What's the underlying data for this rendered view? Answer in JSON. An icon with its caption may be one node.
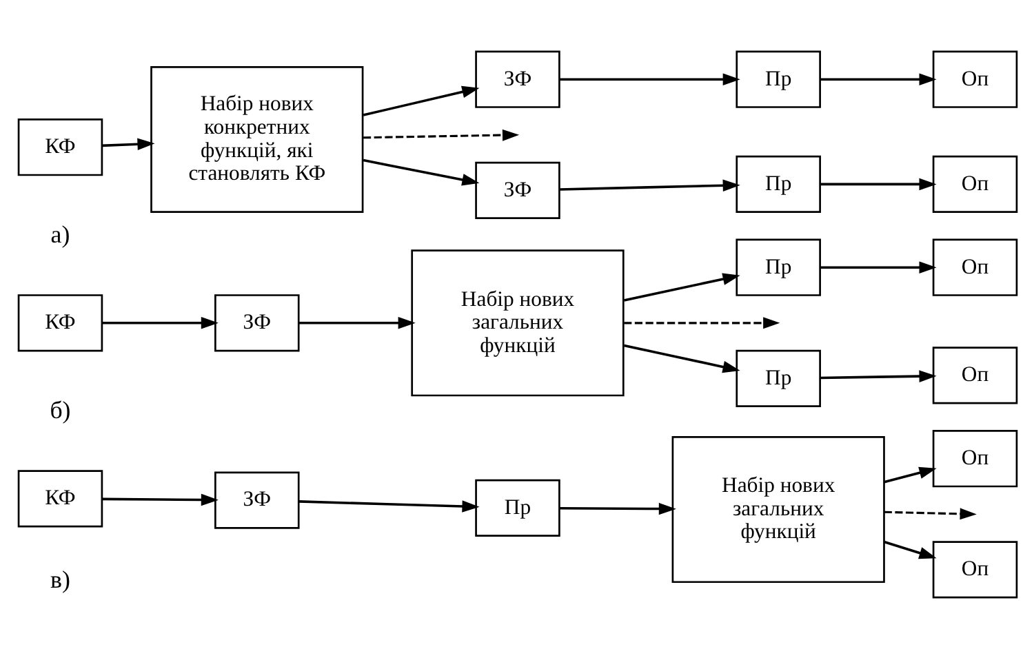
{
  "diagram": {
    "nodes": [
      {
        "text": [
          "КФ"
        ]
      },
      {
        "text": [
          "Набір нових конкретних функцій, які становлять КФ"
        ]
      },
      {
        "text": [
          "ЗФ"
        ]
      },
      {
        "text": [
          "ЗФ"
        ]
      },
      {
        "text": [
          "Пр"
        ]
      },
      {
        "text": [
          "Пр"
        ]
      },
      {
        "text": [
          "Оп"
        ]
      },
      {
        "text": [
          "Оп"
        ]
      },
      {
        "text": [
          "КФ"
        ]
      },
      {
        "text": [
          "ЗФ"
        ]
      },
      {
        "text": [
          "Набір нових загальних функцій"
        ]
      },
      {
        "text": [
          "Пр"
        ]
      },
      {
        "text": [
          "Пр"
        ]
      },
      {
        "text": [
          "Оп"
        ]
      },
      {
        "text": [
          "Оп"
        ]
      },
      {
        "text": [
          "КФ"
        ]
      },
      {
        "text": [
          "ЗФ"
        ]
      },
      {
        "text": [
          "Пр"
        ]
      },
      {
        "text": [
          "Набір нових загальних функцій"
        ]
      },
      {
        "text": [
          "Оп"
        ]
      },
      {
        "text": [
          "Оп"
        ]
      }
    ],
    "edges": [
      {
        "from": 0,
        "to": 1,
        "arrow": "to"
      },
      {
        "from": 1,
        "to": 2,
        "arrow": "to"
      },
      {
        "from": 1,
        "to": null,
        "arrow": "to",
        "style": "dashed"
      },
      {
        "from": 1,
        "to": 3,
        "arrow": "to"
      },
      {
        "from": 2,
        "to": 4,
        "arrow": "to"
      },
      {
        "from": 3,
        "to": 5,
        "arrow": "to"
      },
      {
        "from": 4,
        "to": 6,
        "arrow": "to"
      },
      {
        "from": 5,
        "to": 7,
        "arrow": "to"
      },
      {
        "from": 8,
        "to": 9,
        "arrow": "to"
      },
      {
        "from": 9,
        "to": 10,
        "arrow": "to"
      },
      {
        "from": 10,
        "to": 11,
        "arrow": "to"
      },
      {
        "from": 10,
        "to": null,
        "arrow": "to",
        "style": "dashed"
      },
      {
        "from": 10,
        "to": 12,
        "arrow": "to"
      },
      {
        "from": 11,
        "to": 13,
        "arrow": "to"
      },
      {
        "from": 12,
        "to": 14,
        "arrow": "to"
      },
      {
        "from": 15,
        "to": 16,
        "arrow": "to"
      },
      {
        "from": 16,
        "to": 17,
        "arrow": "to"
      },
      {
        "from": 17,
        "to": 18,
        "arrow": "to"
      },
      {
        "from": 18,
        "to": 19,
        "arrow": "to"
      },
      {
        "from": 18,
        "to": null,
        "arrow": "to",
        "style": "dashed"
      },
      {
        "from": 18,
        "to": 20,
        "arrow": "to"
      }
    ],
    "labels": [
      "а)",
      "б)",
      "в)"
    ]
  }
}
